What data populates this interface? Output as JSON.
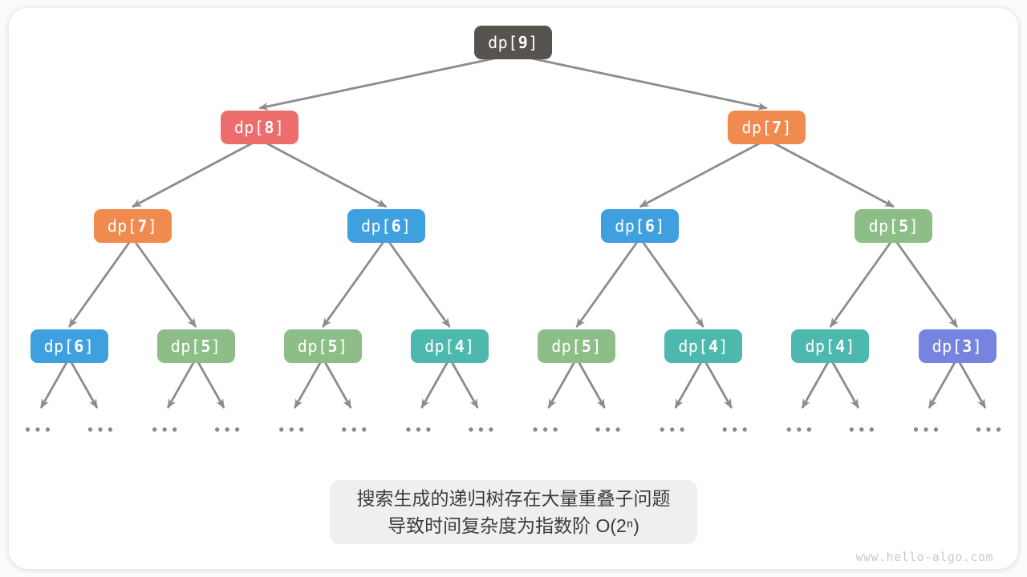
{
  "palette": {
    "dark": "#57534F",
    "red": "#ED6C6C",
    "orange": "#F08A4E",
    "blue": "#3FA0DF",
    "green": "#8EBE88",
    "teal": "#4DB8AD",
    "purple": "#7584DE",
    "edge": "#8C8C8C",
    "dot": "#8A8A8A",
    "caption_bg": "#EFEFEF",
    "caption_text": "#3C3C3C",
    "watermark_text": "#C9C9C9"
  },
  "tree": {
    "nodes": [
      {
        "id": "dp9",
        "label": "dp[9]",
        "color": "dark",
        "children": [
          "dp8",
          "dp7a"
        ]
      },
      {
        "id": "dp8",
        "label": "dp[8]",
        "color": "red",
        "children": [
          "dp7b",
          "dp6a"
        ]
      },
      {
        "id": "dp7a",
        "label": "dp[7]",
        "color": "orange",
        "children": [
          "dp6b",
          "dp5a"
        ]
      },
      {
        "id": "dp7b",
        "label": "dp[7]",
        "color": "orange",
        "children": [
          "dp6c",
          "dp5b"
        ]
      },
      {
        "id": "dp6a",
        "label": "dp[6]",
        "color": "blue",
        "children": [
          "dp5c",
          "dp4a"
        ]
      },
      {
        "id": "dp6b",
        "label": "dp[6]",
        "color": "blue",
        "children": [
          "dp5d",
          "dp4b"
        ]
      },
      {
        "id": "dp5a",
        "label": "dp[5]",
        "color": "green",
        "children": [
          "dp4c",
          "dp3a"
        ]
      },
      {
        "id": "dp6c",
        "label": "dp[6]",
        "color": "blue",
        "children": []
      },
      {
        "id": "dp5b",
        "label": "dp[5]",
        "color": "green",
        "children": []
      },
      {
        "id": "dp5c",
        "label": "dp[5]",
        "color": "green",
        "children": []
      },
      {
        "id": "dp4a",
        "label": "dp[4]",
        "color": "teal",
        "children": []
      },
      {
        "id": "dp5d",
        "label": "dp[5]",
        "color": "green",
        "children": []
      },
      {
        "id": "dp4b",
        "label": "dp[4]",
        "color": "teal",
        "children": []
      },
      {
        "id": "dp4c",
        "label": "dp[4]",
        "color": "teal",
        "children": []
      },
      {
        "id": "dp3a",
        "label": "dp[3]",
        "color": "purple",
        "children": []
      }
    ],
    "leaf_ellipsis": "..."
  },
  "caption": {
    "line1": "搜索生成的递归树存在大量重叠子问题",
    "line2": "导致时间复杂度为指数阶 O(2ⁿ)"
  },
  "watermark": "www.hello-algo.com"
}
